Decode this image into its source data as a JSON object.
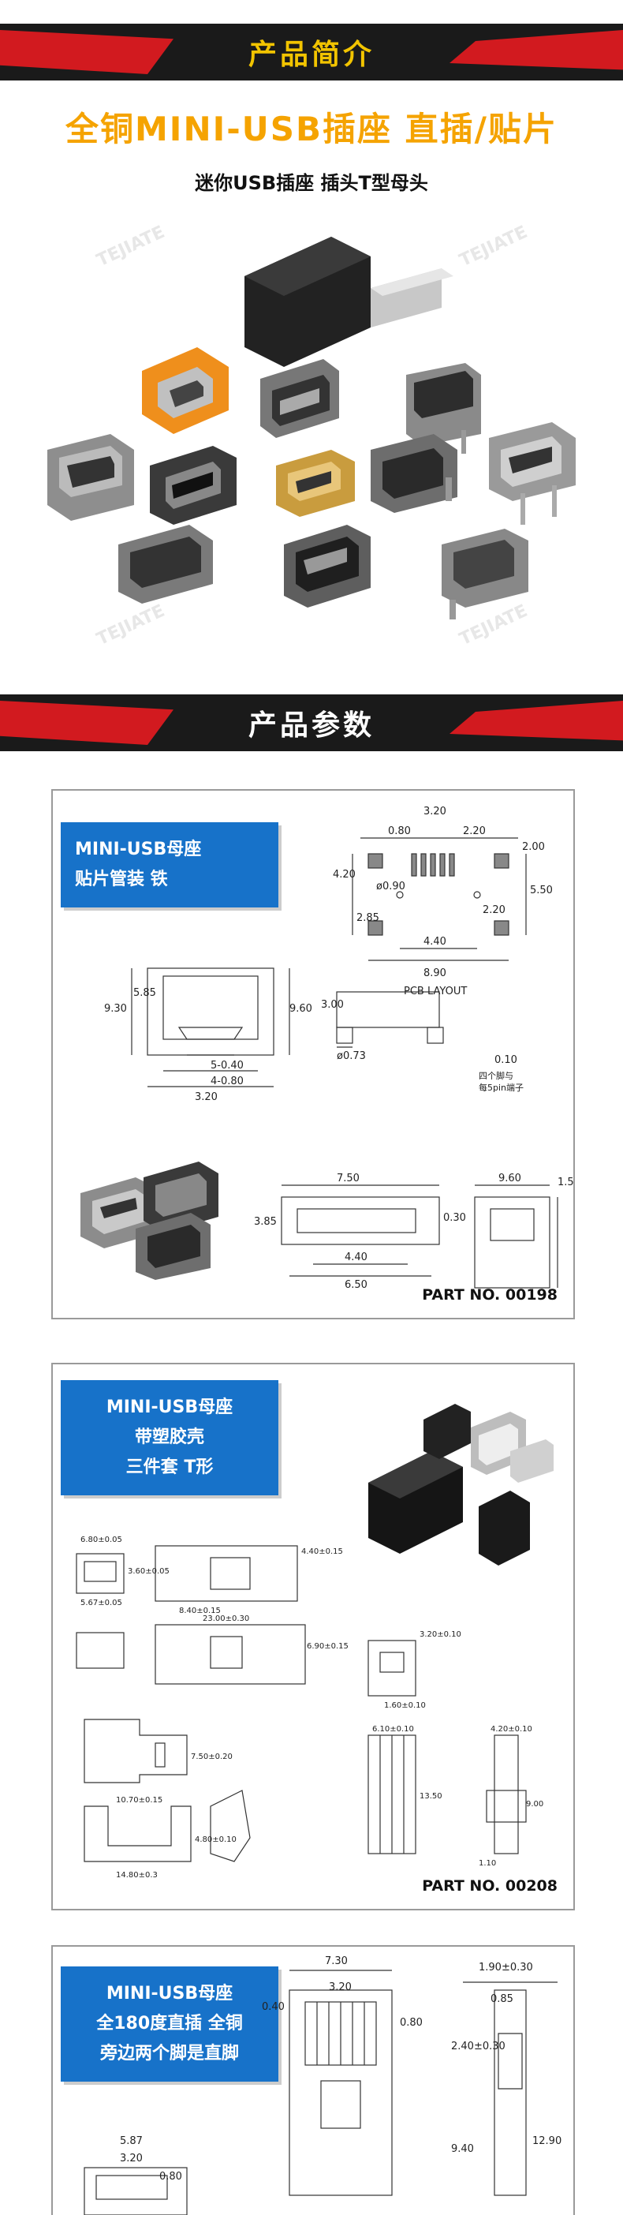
{
  "intro": {
    "banner_title": "产品简介",
    "headline": "全铜MINI-USB插座 直插/贴片",
    "subhead": "迷你USB插座 插头T型母头"
  },
  "params": {
    "banner_title": "产品参数"
  },
  "watermark": "TEJIATE",
  "panel1": {
    "label_line1": "MINI-USB母座",
    "label_line2": "贴片管装 铁",
    "part_no": "PART NO. 00198",
    "pcb_caption": "PCB LAYOUT",
    "note_line1": "四个脚与",
    "note_line2": "每5pin端子",
    "dims": [
      "3.20",
      "0.80",
      "2.20",
      "2.00",
      "4.20",
      "ø0.90",
      "2.20",
      "5.50",
      "2.85",
      "4.40",
      "8.90",
      "9.30",
      "5.85",
      "9.60",
      "5-0.40",
      "4-0.80",
      "3.20",
      "3.00",
      "ø0.73",
      "0.10",
      "7.50",
      "9.60",
      "1.50",
      "3.85",
      "0.30",
      "4.40",
      "6.50"
    ]
  },
  "panel2": {
    "label_line1": "MINI-USB母座",
    "label_line2": "带塑胶壳",
    "label_line3": "三件套 T形",
    "part_no": "PART NO. 00208",
    "dims": [
      "6.80±0.05",
      "3.60±0.05",
      "5.67±0.05",
      "8.40±0.15",
      "4.40±0.15",
      "23.00±0.30",
      "6.90±0.15",
      "3.20±0.10",
      "1.60±0.10",
      "7.50±0.20",
      "10.70±0.15",
      "4.80±0.10",
      "14.80±0.3",
      "6.10±0.10",
      "13.50",
      "4.20±0.10",
      "9.00",
      "1.10"
    ]
  },
  "panel3": {
    "label_line1": "MINI-USB母座",
    "label_line2": "全180度直插 全铜",
    "label_line3": "旁边两个脚是直脚",
    "dims": [
      "7.30",
      "0.40",
      "3.20",
      "0.80",
      "1.90±0.30",
      "0.85",
      "2.40±0.30",
      "12.90",
      "9.40",
      "5.87",
      "3.20",
      "0.80"
    ]
  }
}
